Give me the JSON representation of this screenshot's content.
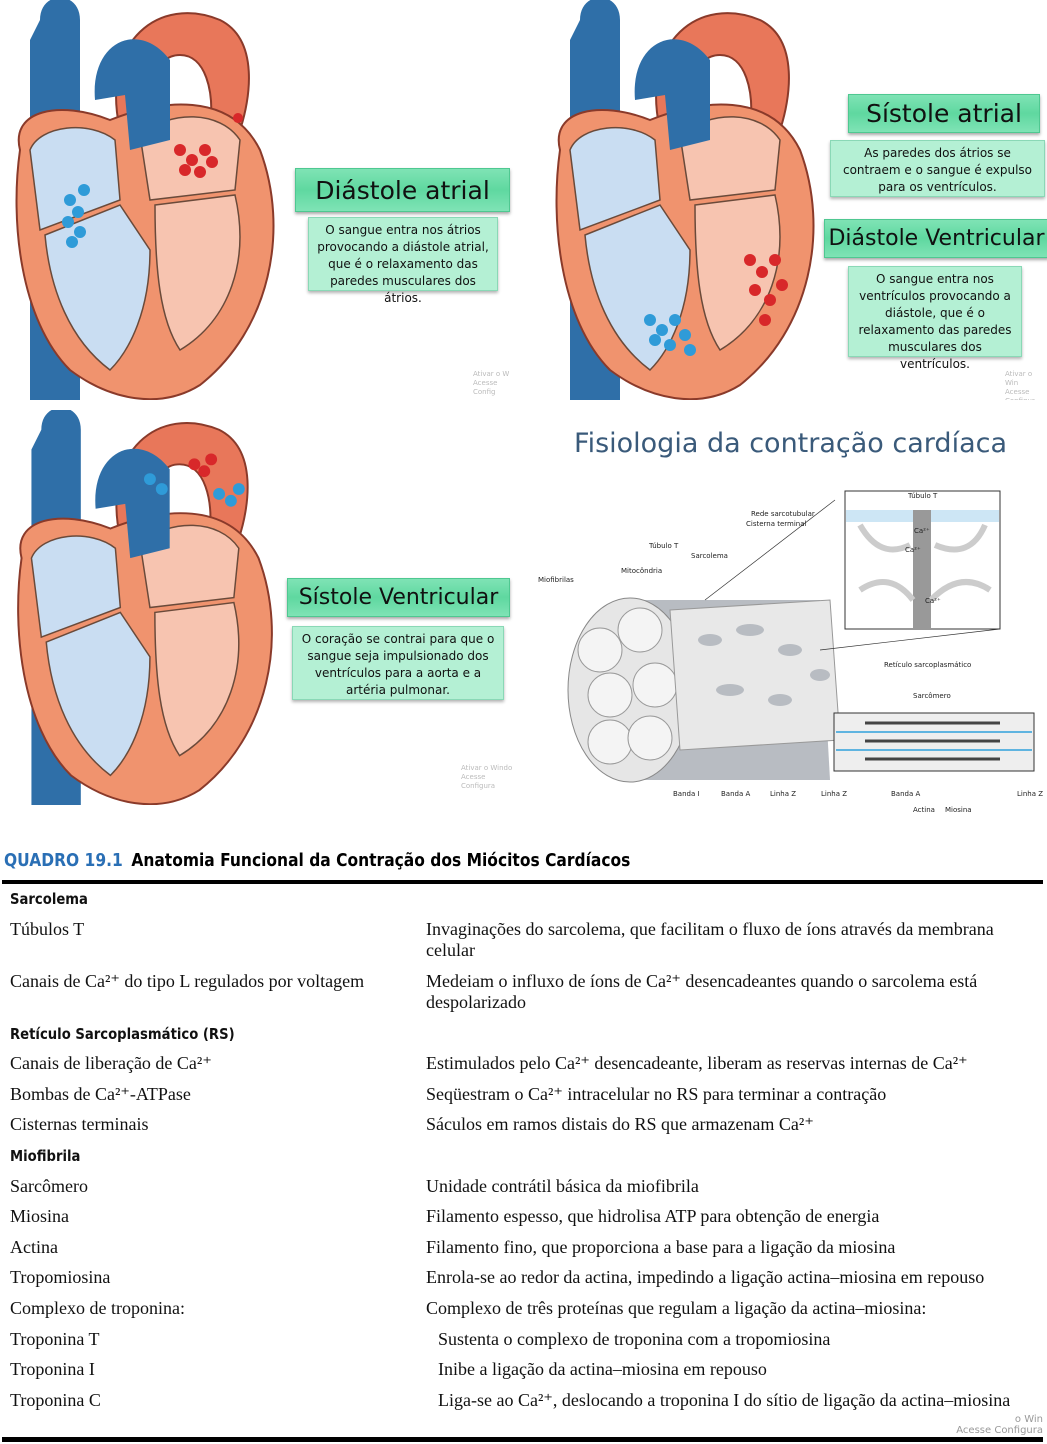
{
  "panels": {
    "atrial_diastole": {
      "title": "Diástole atrial",
      "text": "O sangue entra nos átrios provocando a diástole atrial, que é o relaxamento das paredes musculares dos átrios.",
      "watermark": [
        "Ativar o W",
        "Acesse Config"
      ]
    },
    "atrial_systole": {
      "title": "Sístole atrial",
      "text": "As paredes dos átrios se contraem e o sangue é expulso para os ventrículos.",
      "watermark": [
        "Ativar o Win",
        "Acesse Configur"
      ]
    },
    "ventricular_diastole": {
      "title": "Diástole Ventricular",
      "text": "O sangue entra nos ventrículos provocando a diástole, que é o relaxamento das paredes musculares dos ventrículos."
    },
    "ventricular_systole": {
      "title": "Sístole Ventricular",
      "text": "O coração se contrai para que o sangue seja impulsionado dos ventrículos para a aorta e a artéria pulmonar.",
      "watermark": [
        "Ativar o Windo",
        "Acesse Configura"
      ]
    }
  },
  "diagram": {
    "title": "Fisiologia da contração cardíaca",
    "labels": {
      "tubulo_t_inset": "Túbulo T",
      "rede": "Rede sarcotubular",
      "cisterna": "Cisterna terminal",
      "tubulo_t": "Túbulo T",
      "sarcolema": "Sarcolema",
      "mitocondria": "Mitocôndria",
      "miofibrilas": "Miofibrilas",
      "reticulo": "Retículo sarcoplasmático",
      "sarcomero": "Sarcômero",
      "banda_i": "Banda I",
      "banda_a1": "Banda A",
      "linha_z1": "Linha Z",
      "linha_z2": "Linha Z",
      "banda_a2": "Banda A",
      "linha_z3": "Linha Z",
      "actina": "Actina",
      "miosina": "Miosina",
      "ca1": "Ca²⁺",
      "ca2": "Ca²⁺",
      "ca3": "Ca²⁺"
    }
  },
  "colors": {
    "accent_blue": "#2a6fb5",
    "box_green": "#5fd8a0",
    "vein_blue": "#2f6fa8",
    "artery_orange": "#e8775a"
  },
  "quadro": {
    "number": "QUADRO 19.1",
    "title": "Anatomia Funcional da Contração dos Miócitos Cardíacos",
    "rows": [
      {
        "type": "hdr",
        "term": "Sarcolema"
      },
      {
        "term": "Túbulos T",
        "desc": "Invaginações do sarcolema, que facilitam o fluxo de íons através da membrana celular",
        "lines": 2
      },
      {
        "term": "Canais de Ca²⁺ do tipo L regulados por voltagem",
        "desc": "Medeiam o influxo de íons de Ca²⁺ desencadeantes quando o sarcolema está despolarizado",
        "lines": 2
      },
      {
        "type": "hdr",
        "term": "Retículo Sarcoplasmático (RS)"
      },
      {
        "term": "Canais de liberação de Ca²⁺",
        "desc": "Estimulados pelo Ca²⁺ desencadeante, liberam as reservas internas de Ca²⁺"
      },
      {
        "term": "Bombas de Ca²⁺-ATPase",
        "desc": "Seqüestram o Ca²⁺ intracelular no RS para terminar a contração"
      },
      {
        "term": "Cisternas terminais",
        "desc": "Sáculos em ramos distais do RS que armazenam Ca²⁺"
      },
      {
        "type": "hdr",
        "term": "Miofibrila"
      },
      {
        "term": "Sarcômero",
        "desc": "Unidade contrátil básica da miofibrila"
      },
      {
        "term": "Miosina",
        "desc": "Filamento espesso, que hidrolisa ATP para obtenção de energia"
      },
      {
        "term": "Actina",
        "desc": "Filamento fino, que proporciona a base para a ligação da miosina"
      },
      {
        "term": "Tropomiosina",
        "desc": "Enrola-se ao redor da actina, impedindo a ligação actina–miosina em repouso"
      },
      {
        "term": "Complexo de troponina:",
        "desc": "Complexo de três proteínas que regulam a ligação da actina–miosina:"
      },
      {
        "type": "sub",
        "term": "Troponina T",
        "desc": "Sustenta o complexo de troponina com a tropomiosina"
      },
      {
        "type": "sub",
        "term": "Troponina I",
        "desc": "Inibe a ligação da actina–miosina em repouso"
      },
      {
        "type": "sub",
        "term": "Troponina C",
        "desc": "Liga-se ao Ca²⁺, deslocando a troponina I do sítio de ligação da actina–miosina",
        "lines": 2
      }
    ],
    "watermark": [
      "o Win",
      "Acesse Configura"
    ]
  }
}
